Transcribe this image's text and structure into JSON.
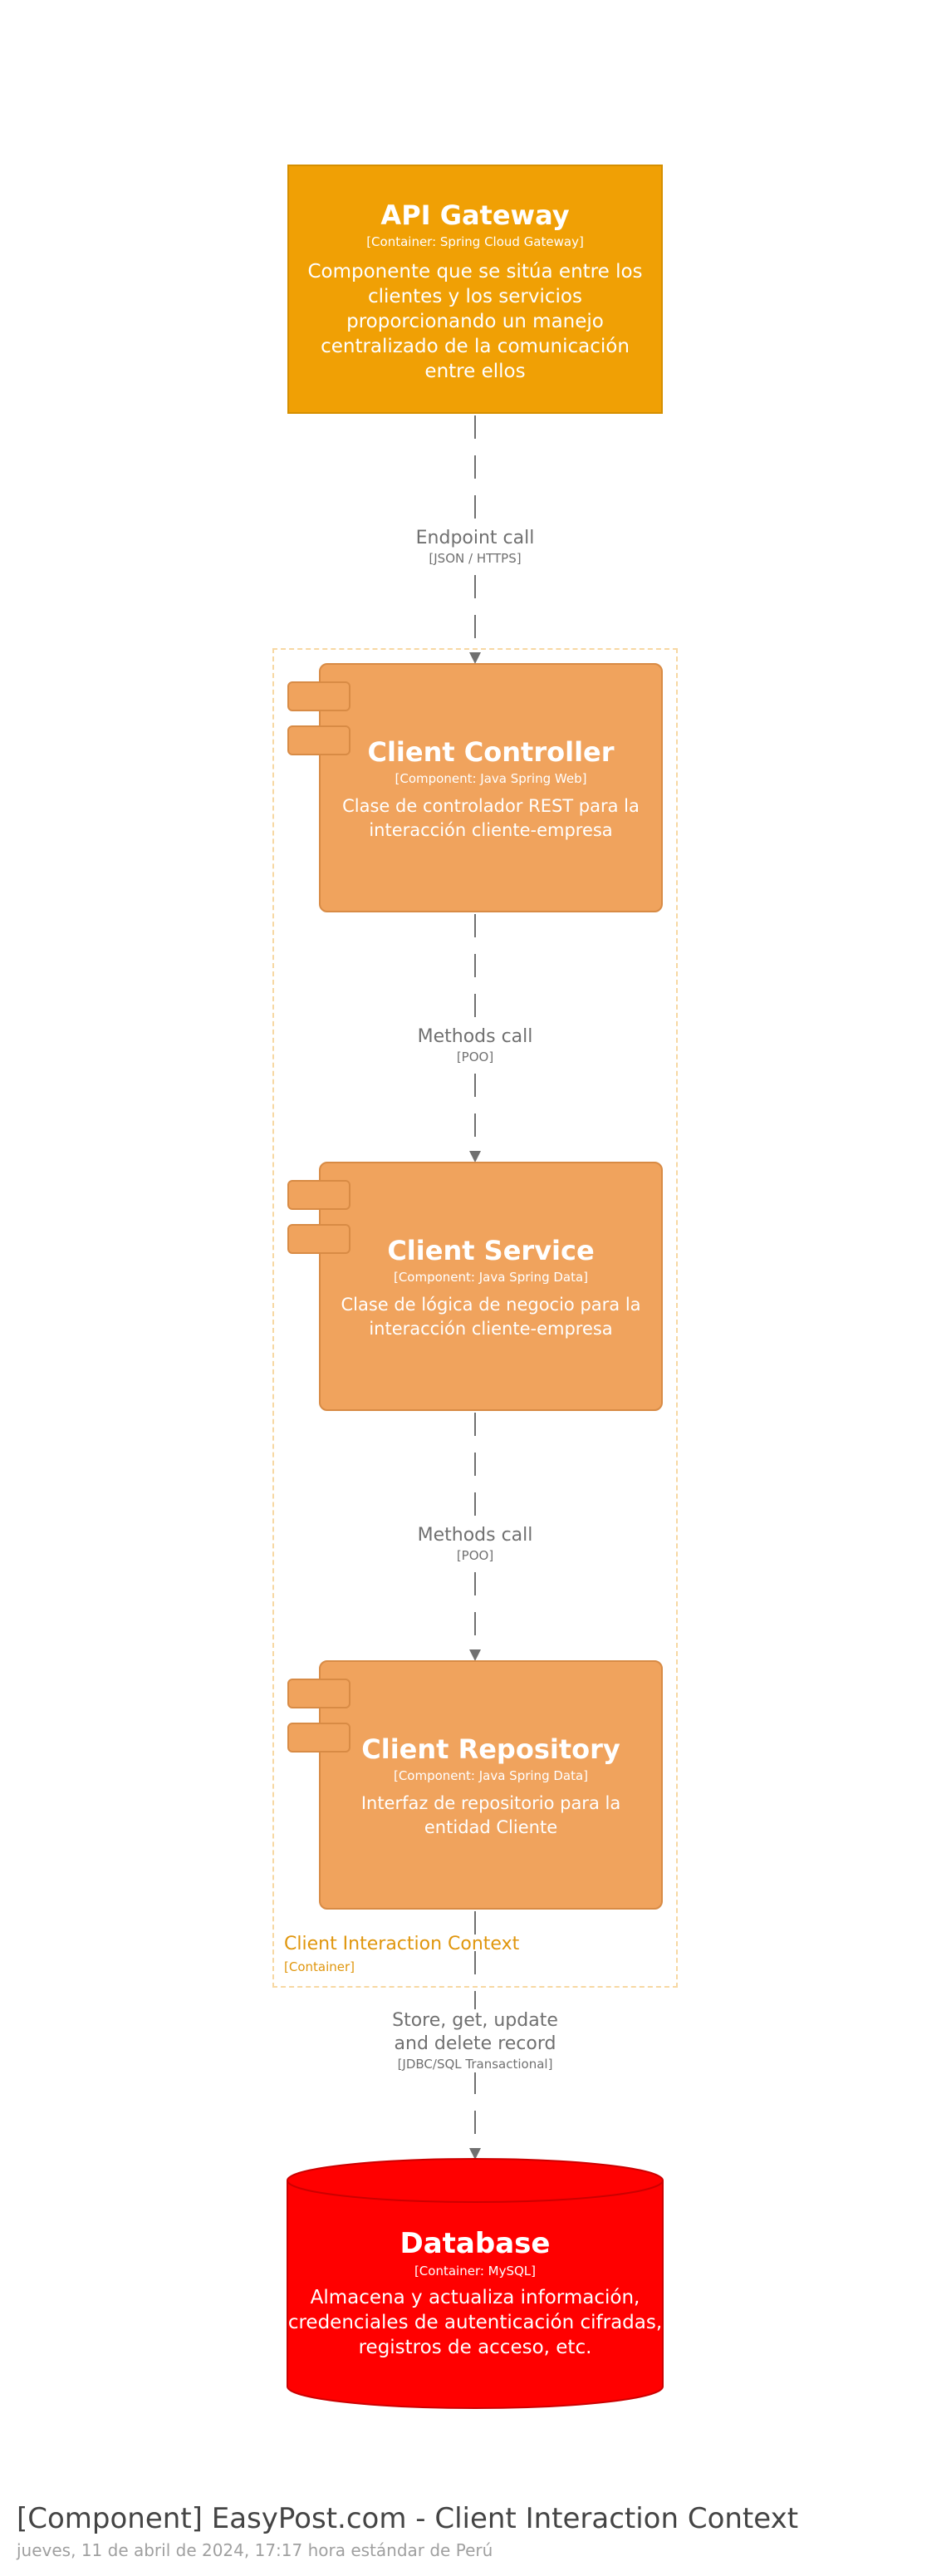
{
  "diagram": {
    "title": "[Component] EasyPost.com - Client Interaction Context",
    "date": "jueves, 11 de abril de 2024, 17:17 hora estándar de Perú",
    "boundary": {
      "label": "Client Interaction Context",
      "technology": "[Container]",
      "color": "#e0960d"
    },
    "gateway": {
      "title": "API Gateway",
      "technology": "[Container: Spring Cloud Gateway]",
      "description": "Componente que se sitúa entre los clientes y los servicios proporcionando un manejo centralizado de la comunicación entre ellos",
      "color": "#f0a005"
    },
    "components": [
      {
        "title": "Client Controller",
        "technology": "[Component: Java Spring Web]",
        "description": "Clase de controlador REST para la interacción cliente-empresa",
        "color": "#f0a35d"
      },
      {
        "title": "Client Service",
        "technology": "[Component: Java Spring Data]",
        "description": "Clase de lógica de negocio para la interacción cliente-empresa",
        "color": "#f0a35d"
      },
      {
        "title": "Client Repository",
        "technology": "[Component: Java Spring Data]",
        "description": "Interfaz de repositorio para la entidad Cliente",
        "color": "#f0a35d"
      }
    ],
    "database": {
      "title": "Database",
      "technology": "[Container: MySQL]",
      "description": "Almacena y actualiza información, credenciales de autenticación cifradas, registros de acceso, etc.",
      "color": "#ff0000"
    },
    "relations": [
      {
        "label": "Endpoint call",
        "technology": "[JSON / HTTPS]"
      },
      {
        "label": "Methods call",
        "technology": "[POO]"
      },
      {
        "label": "Methods call",
        "technology": "[POO]"
      },
      {
        "label": "Store, get, update and delete record",
        "technology": "[JDBC/SQL Transactional]"
      }
    ]
  }
}
